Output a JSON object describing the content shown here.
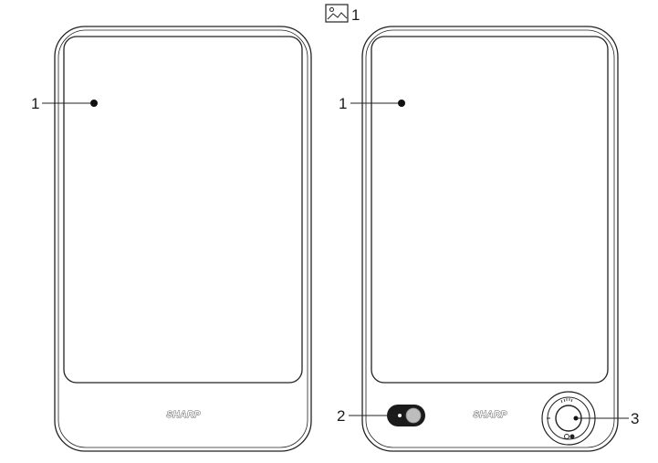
{
  "figure": {
    "figure_marker": "1",
    "figure_icon": "image-icon"
  },
  "front_view": {
    "brand": "SHARP",
    "screen_callout": "1"
  },
  "back_view": {
    "brand": "SHARP",
    "screen_callout": "1",
    "switch_callout": "2",
    "dial_callout": "3"
  }
}
